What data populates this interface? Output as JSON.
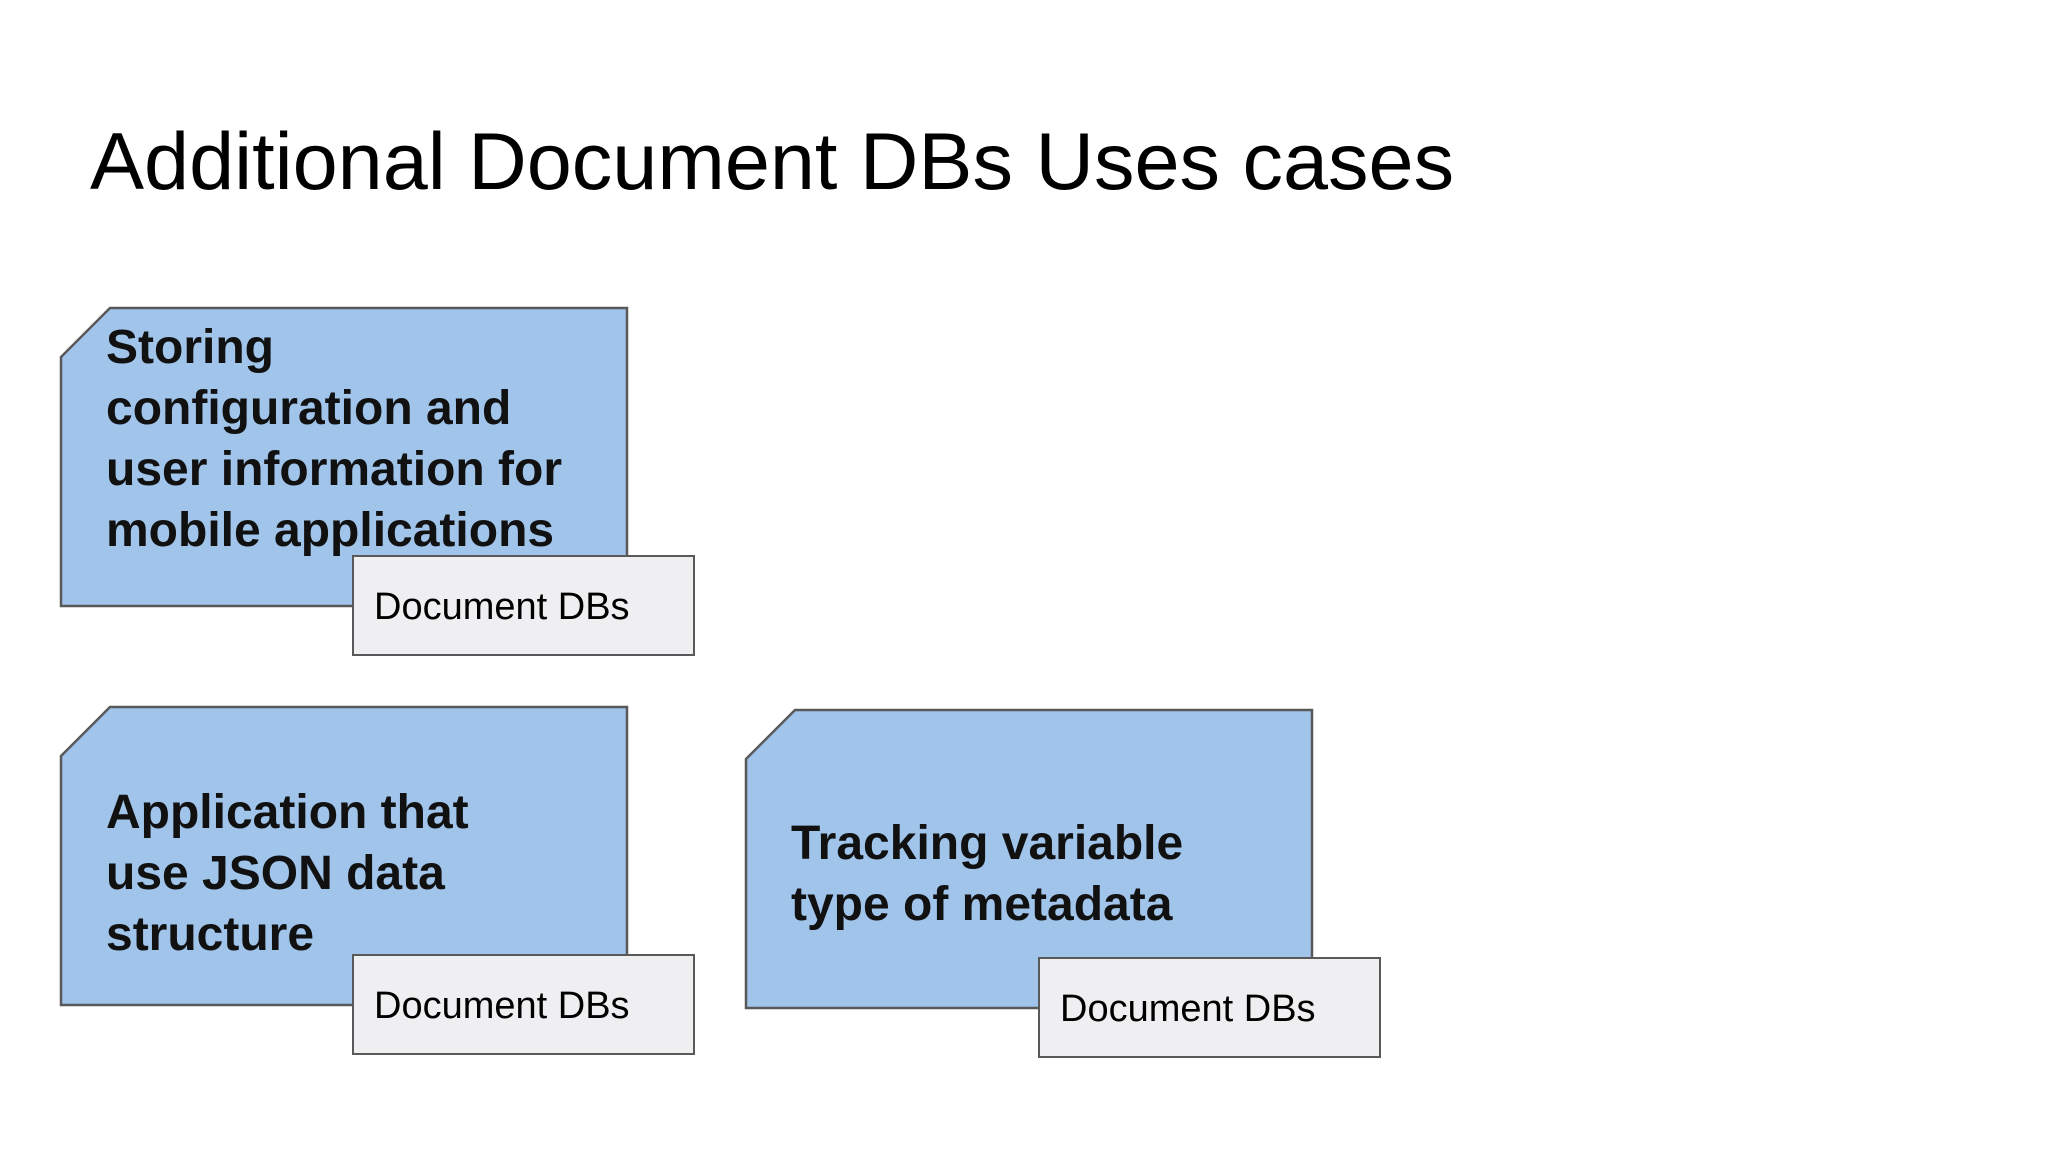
{
  "title": "Additional Document DBs Uses cases",
  "colors": {
    "card_fill": "#a0c4ea",
    "card_border": "#595959",
    "tag_fill": "#efeef0"
  },
  "cards": [
    {
      "text": "Storing\nconfiguration and\nuser information for\nmobile applications",
      "tag": "Document DBs"
    },
    {
      "text": "Application  that\nuse JSON data\nstructure",
      "tag": "Document DBs"
    },
    {
      "text": "Tracking variable\ntype of metadata",
      "tag": "Document DBs"
    }
  ]
}
